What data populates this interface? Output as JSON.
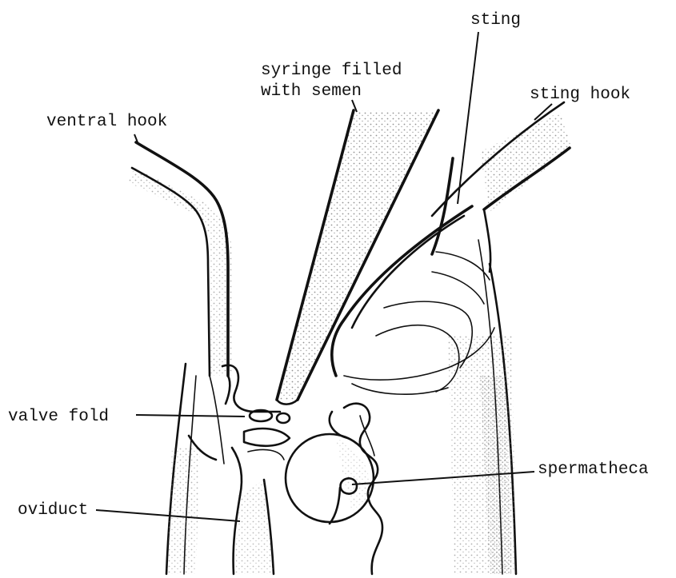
{
  "labels": {
    "sting": "sting",
    "syringe_line1": "syringe filled",
    "syringe_line2": "with semen",
    "sting_hook": "sting hook",
    "ventral_hook": "ventral hook",
    "valve_fold": "valve fold",
    "spermatheca": "spermatheca",
    "oviduct": "oviduct"
  },
  "colors": {
    "ink": "#111111",
    "background": "#ffffff",
    "stipple": "#9a9a9a"
  }
}
